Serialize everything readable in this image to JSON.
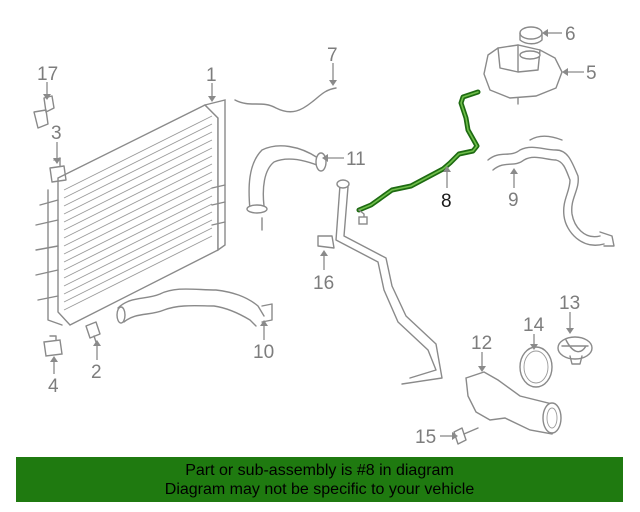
{
  "callouts": [
    "17",
    "3",
    "1",
    "7",
    "11",
    "8",
    "6",
    "5",
    "9",
    "16",
    "13",
    "14",
    "12",
    "10",
    "2",
    "4",
    "15"
  ],
  "highlight_color": "#1f7a10",
  "banner": {
    "line1": "Part or sub-assembly is #8 in diagram",
    "line2": "Diagram may not be specific to your vehicle"
  }
}
